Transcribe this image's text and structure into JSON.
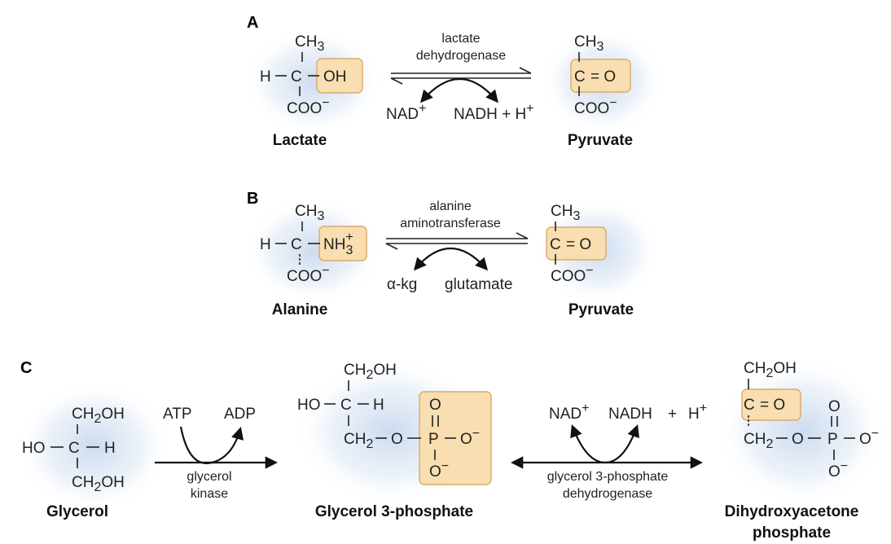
{
  "sections": {
    "a": {
      "letter": "A",
      "lactate": {
        "ch3": "CH",
        "ch3_sub": "3",
        "h": "H",
        "c": "C",
        "oh": "OH",
        "coo": "COO",
        "coo_sup": "−",
        "name": "Lactate"
      },
      "enzyme": [
        "lactate",
        "dehydrogenase"
      ],
      "cofactor_in": {
        "base": "NAD",
        "sup": "+"
      },
      "cofactor_out": {
        "base": "NADH + H",
        "sup": "+"
      },
      "pyruvate": {
        "ch3": "CH",
        "ch3_sub": "3",
        "c": "C",
        "eq_o": "= O",
        "coo": "COO",
        "coo_sup": "−",
        "name": "Pyruvate"
      }
    },
    "b": {
      "letter": "B",
      "alanine": {
        "ch3": "CH",
        "ch3_sub": "3",
        "h": "H",
        "c": "C",
        "nh": "NH",
        "nh_sub": "3",
        "nh_sup": "+",
        "coo": "COO",
        "coo_sup": "−",
        "name": "Alanine"
      },
      "enzyme": [
        "alanine",
        "aminotransferase"
      ],
      "cofactor_in": "α-kg",
      "cofactor_out": "glutamate",
      "pyruvate": {
        "ch3": "CH",
        "ch3_sub": "3",
        "c": "C",
        "eq_o": "= O",
        "coo": "COO",
        "coo_sup": "−",
        "name": "Pyruvate"
      }
    },
    "c": {
      "letter": "C",
      "glycerol": {
        "top": "CH",
        "top_sub": "2",
        "top_end": "OH",
        "ho": "HO",
        "c": "C",
        "h": "H",
        "bot": "CH",
        "bot_sub": "2",
        "bot_end": "OH",
        "name": "Glycerol"
      },
      "kinase": {
        "atp": "ATP",
        "adp": "ADP",
        "enzyme": [
          "glycerol",
          "kinase"
        ]
      },
      "g3p": {
        "top": "CH",
        "top_sub": "2",
        "top_end": "OH",
        "ho": "HO",
        "c": "C",
        "h": "H",
        "bot": "CH",
        "bot_sub": "2",
        "o": "O",
        "p": "P",
        "o_top": "O",
        "o_right": "O",
        "o_right_sup": "−",
        "o_bot": "O",
        "o_bot_sup": "−",
        "name": "Glycerol 3-phosphate"
      },
      "dehydrogenase": {
        "nad": "NAD",
        "nad_sup": "+",
        "nadh": "NADH",
        "plus": "+",
        "h": "H",
        "h_sup": "+",
        "enzyme": [
          "glycerol 3-phosphate",
          "dehydrogenase"
        ]
      },
      "dhap": {
        "top": "CH",
        "top_sub": "2",
        "top_end": "OH",
        "c": "C",
        "eq_o": "= O",
        "bot": "CH",
        "bot_sub": "2",
        "o": "O",
        "p": "P",
        "o_top": "O",
        "o_right": "O",
        "o_right_sup": "−",
        "o_bot": "O",
        "o_bot_sup": "−",
        "name_lines": [
          "Dihydroxyacetone",
          "phosphate"
        ]
      }
    }
  },
  "colors": {
    "highlight_fill": "#f8deb0",
    "highlight_stroke": "#dba96a",
    "glow": "#c9d9ee",
    "ink": "#222222"
  }
}
